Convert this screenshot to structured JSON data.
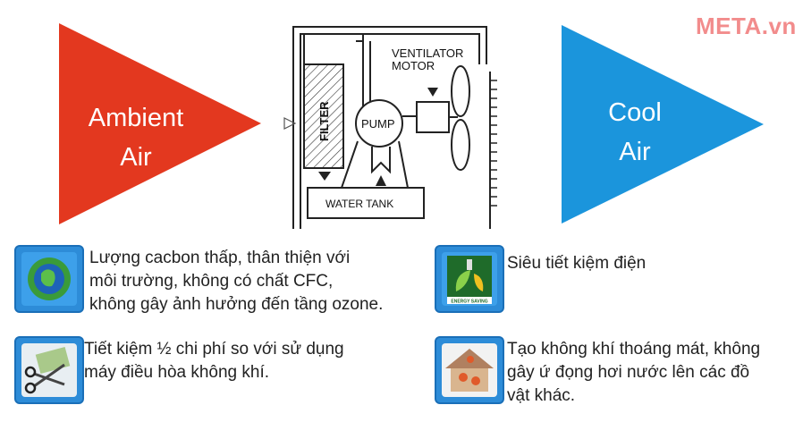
{
  "watermark": "META.vn",
  "ambient": {
    "line1": "Ambient",
    "line2": "Air",
    "color": "#e3381f"
  },
  "cool": {
    "line1": "Cool",
    "line2": "Air",
    "color": "#1b95dc"
  },
  "diagram": {
    "ventilator_line1": "VENTILATOR",
    "ventilator_line2": "MOTOR",
    "filter": "FILTER",
    "pump": "PUMP",
    "water_tank": "WATER TANK"
  },
  "features": [
    {
      "icon": "eco-globe-icon",
      "lines": [
        "Lượng cacbon thấp, thân thiện với",
        "môi trường, không có chất CFC,",
        "không gây ảnh hưởng đến tầng ozone."
      ]
    },
    {
      "icon": "energy-saving-icon",
      "badge": "ENERGY SAVING",
      "lines": [
        "Siêu tiết kiệm điện"
      ]
    },
    {
      "icon": "cost-saving-scissors-icon",
      "lines": [
        "Tiết kiệm ½ chi phí so với sử dụng",
        "máy điều hòa không khí."
      ]
    },
    {
      "icon": "house-ventilation-icon",
      "lines": [
        "Tạo không khí thoáng mát, không",
        "gây ứ đọng hơi nước lên các đồ",
        "vật khác."
      ]
    }
  ]
}
